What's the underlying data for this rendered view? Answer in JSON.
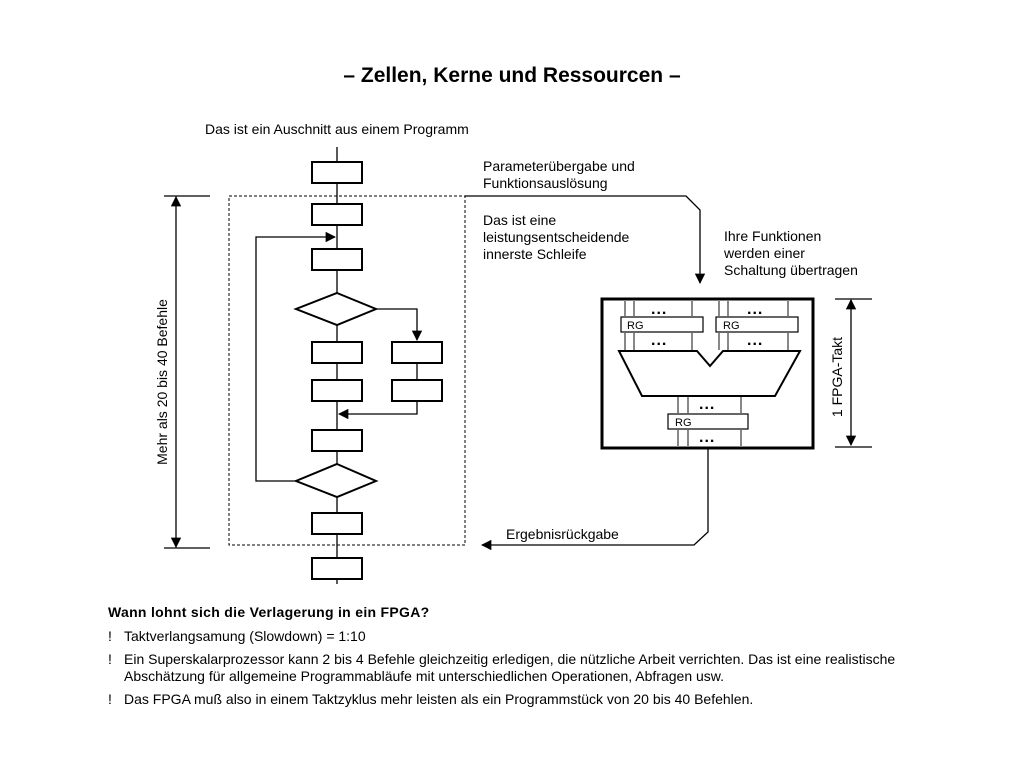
{
  "title": "– Zellen, Kerne und Ressourcen –",
  "diagram": {
    "program_caption": "Das ist ein Auschnitt aus einem Programm",
    "param_label": [
      "Parameterübergabe und",
      "Funktionsauslösung"
    ],
    "loop_label": [
      "Das ist eine",
      "leistungsentscheidende",
      "innerste Schleife"
    ],
    "functions_label": [
      "Ihre Funktionen",
      "werden einer",
      "Schaltung übertragen"
    ],
    "result_label": "Ergebnisrückgabe",
    "side_label": "Mehr als 20 bis 40 Befehle",
    "fpga_clock_label": "1 FPGA-Takt",
    "register_label": "RG",
    "dots": "..."
  },
  "section": {
    "heading": "Wann lohnt sich die Verlagerung in ein FPGA?",
    "bullet_mark": "!",
    "bullets": [
      "Taktverlangsamung (Slowdown) = 1:10",
      "Ein Superskalarprozessor kann 2 bis 4 Befehle gleichzeitig erledigen, die nützliche Arbeit verrichten.  Das ist eine realistische Abschätzung für  allgemeine Programmabläufe mit unterschiedlichen Operationen, Abfragen usw.",
      "Das FPGA muß also in einem Taktzyklus mehr leisten als  ein Programmstück von 20 bis 40 Befehlen."
    ]
  }
}
